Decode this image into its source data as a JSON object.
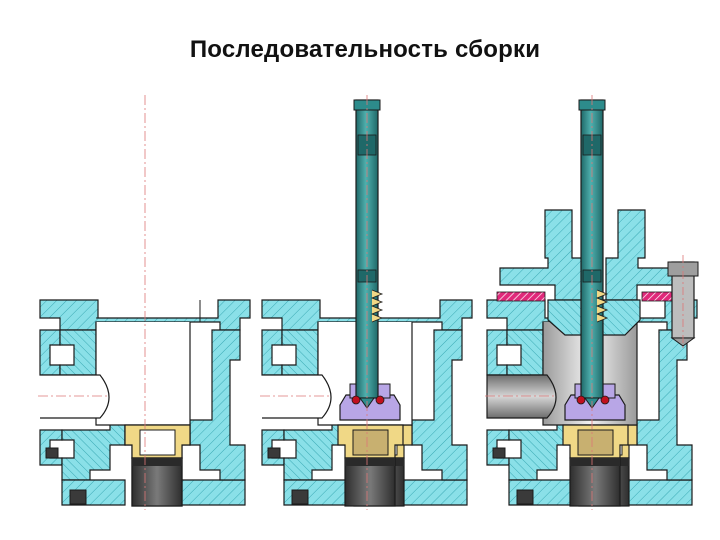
{
  "slide": {
    "title": "Последовательность сборки"
  },
  "palette": {
    "body": "#8ae0e8",
    "hatch": "#3aa9b4",
    "outline": "#1b1b1b",
    "stem": "#2d8c8c",
    "stem_dark": "#1f6868",
    "bore": "#d8d8d8",
    "bore_dark": "#8c8c8c",
    "seat_dark": "#4a4a4a",
    "seat_face": "#c8b070",
    "packing": "#b8a6e6",
    "ring": "#f0d886",
    "gasket": "#e0287a",
    "ball": "#c0101e",
    "bolt": "#bdbdbd"
  },
  "views": [
    {
      "id": "step-1",
      "parts": [
        "body"
      ]
    },
    {
      "id": "step-2",
      "parts": [
        "body",
        "stem",
        "packing"
      ]
    },
    {
      "id": "step-3",
      "parts": [
        "body",
        "stem",
        "packing",
        "bonnet",
        "gasket",
        "bolt"
      ]
    }
  ]
}
